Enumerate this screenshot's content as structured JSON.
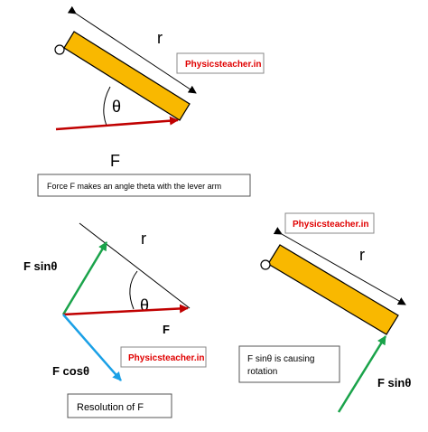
{
  "brand": "Physicsteacher.in",
  "panel1": {
    "r_label": "r",
    "theta_label": "θ",
    "force_label": "F",
    "caption": "Force F makes an angle theta with the lever arm"
  },
  "panel2": {
    "r_label": "r",
    "theta_label": "θ",
    "force_label": "F",
    "fsin_label": "F sinθ",
    "fcos_label": "F cosθ",
    "caption": "Resolution of F"
  },
  "panel3": {
    "r_label": "r",
    "fsin_label": "F sinθ",
    "caption_line1": "F sinθ is causing",
    "caption_line2": "rotation"
  },
  "colors": {
    "bar_fill": "#f9b800",
    "force_arrow": "#c00000",
    "fsin_arrow": "#1aa34a",
    "fcos_arrow": "#1aa0e6",
    "brand_text": "#e00000"
  }
}
